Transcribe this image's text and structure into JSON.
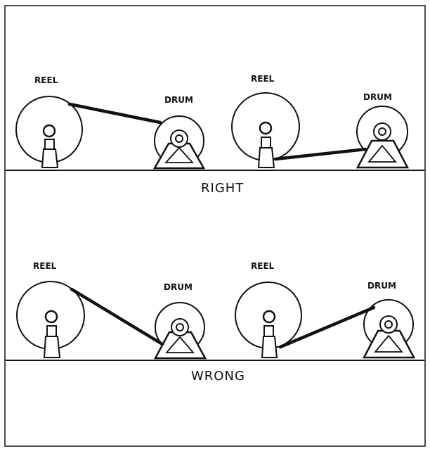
{
  "sections": [
    {
      "heading": "RIGHT",
      "panels": [
        {
          "reel_label": "REEL",
          "drum_label": "DRUM"
        },
        {
          "reel_label": "REEL",
          "drum_label": "DRUM"
        }
      ]
    },
    {
      "heading": "WRONG",
      "panels": [
        {
          "reel_label": "REEL",
          "drum_label": "DRUM"
        },
        {
          "reel_label": "REEL",
          "drum_label": "DRUM"
        }
      ]
    }
  ]
}
